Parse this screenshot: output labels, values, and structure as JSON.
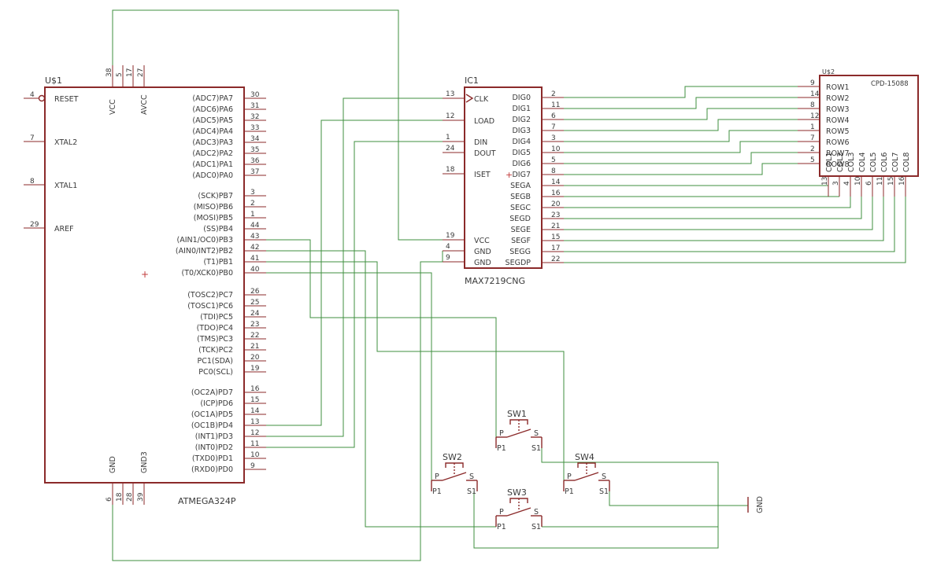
{
  "colors": {
    "part": "#8b2a2a",
    "wire": "#3f8f3f",
    "text": "#3a3a3a"
  },
  "parts": {
    "u1": {
      "name": "U$1",
      "value": "ATMEGA324P"
    },
    "ic1": {
      "name": "IC1",
      "value": "MAX7219CNG"
    },
    "u2": {
      "name": "U$2",
      "value": "CPD-15088"
    },
    "sw1": {
      "name": "SW1"
    },
    "sw2": {
      "name": "SW2"
    },
    "sw3": {
      "name": "SW3"
    },
    "sw4": {
      "name": "SW4"
    },
    "gnd": {
      "name": "GND"
    }
  },
  "switch_labels": {
    "p": "P",
    "s": "S",
    "p1": "P1",
    "s1": "S1"
  },
  "u1_left_pins": [
    {
      "num": "4",
      "name": "RESET"
    },
    {
      "num": "7",
      "name": "XTAL2"
    },
    {
      "num": "8",
      "name": "XTAL1"
    },
    {
      "num": "29",
      "name": "AREF"
    }
  ],
  "u1_top_pins": [
    {
      "num": "38",
      "name": "VCC"
    },
    {
      "num": "5",
      "name": ""
    },
    {
      "num": "17",
      "name": ""
    },
    {
      "num": "27",
      "name": "AVCC"
    }
  ],
  "u1_bottom_pins": [
    {
      "num": "6",
      "name": "GND"
    },
    {
      "num": "18",
      "name": ""
    },
    {
      "num": "28",
      "name": ""
    },
    {
      "num": "39",
      "name": "GND3"
    }
  ],
  "u1_right_pins": [
    {
      "num": "30",
      "name": "(ADC7)PA7"
    },
    {
      "num": "31",
      "name": "(ADC6)PA6"
    },
    {
      "num": "32",
      "name": "(ADC5)PA5"
    },
    {
      "num": "33",
      "name": "(ADC4)PA4"
    },
    {
      "num": "34",
      "name": "(ADC3)PA3"
    },
    {
      "num": "35",
      "name": "(ADC2)PA2"
    },
    {
      "num": "36",
      "name": "(ADC1)PA1"
    },
    {
      "num": "37",
      "name": "(ADC0)PA0"
    },
    {
      "num": "3",
      "name": "(SCK)PB7"
    },
    {
      "num": "2",
      "name": "(MISO)PB6"
    },
    {
      "num": "1",
      "name": "(MOSI)PB5"
    },
    {
      "num": "44",
      "name": "(SS)PB4"
    },
    {
      "num": "43",
      "name": "(AIN1/OC0)PB3"
    },
    {
      "num": "42",
      "name": "(AIN0/INT2)PB2"
    },
    {
      "num": "41",
      "name": "(T1)PB1"
    },
    {
      "num": "40",
      "name": "(T0/XCK0)PB0"
    },
    {
      "num": "26",
      "name": "(TOSC2)PC7"
    },
    {
      "num": "25",
      "name": "(TOSC1)PC6"
    },
    {
      "num": "24",
      "name": "(TDI)PC5"
    },
    {
      "num": "23",
      "name": "(TDO)PC4"
    },
    {
      "num": "22",
      "name": "(TMS)PC3"
    },
    {
      "num": "21",
      "name": "(TCK)PC2"
    },
    {
      "num": "20",
      "name": "PC1(SDA)"
    },
    {
      "num": "19",
      "name": "PC0(SCL)"
    },
    {
      "num": "16",
      "name": "(OC2A)PD7"
    },
    {
      "num": "15",
      "name": "(ICP)PD6"
    },
    {
      "num": "14",
      "name": "(OC1A)PD5"
    },
    {
      "num": "13",
      "name": "(OC1B)PD4"
    },
    {
      "num": "12",
      "name": "(INT1)PD3"
    },
    {
      "num": "11",
      "name": "(INT0)PD2"
    },
    {
      "num": "10",
      "name": "(TXD0)PD1"
    },
    {
      "num": "9",
      "name": "(RXD0)PD0"
    }
  ],
  "ic1_left_pins": [
    {
      "num": "13",
      "name": "CLK"
    },
    {
      "num": "12",
      "name": "LOAD"
    },
    {
      "num": "1",
      "name": "DIN"
    },
    {
      "num": "24",
      "name": "DOUT"
    },
    {
      "num": "18",
      "name": "ISET"
    },
    {
      "num": "19",
      "name": "VCC"
    },
    {
      "num": "4",
      "name": "GND"
    },
    {
      "num": "9",
      "name": "GND"
    }
  ],
  "ic1_right_pins": [
    {
      "num": "2",
      "name": "DIG0"
    },
    {
      "num": "11",
      "name": "DIG1"
    },
    {
      "num": "6",
      "name": "DIG2"
    },
    {
      "num": "7",
      "name": "DIG3"
    },
    {
      "num": "3",
      "name": "DIG4"
    },
    {
      "num": "10",
      "name": "DIG5"
    },
    {
      "num": "5",
      "name": "DIG6"
    },
    {
      "num": "8",
      "name": "DIG7"
    },
    {
      "num": "14",
      "name": "SEGA"
    },
    {
      "num": "16",
      "name": "SEGB"
    },
    {
      "num": "20",
      "name": "SEGC"
    },
    {
      "num": "23",
      "name": "SEGD"
    },
    {
      "num": "21",
      "name": "SEGE"
    },
    {
      "num": "15",
      "name": "SEGF"
    },
    {
      "num": "17",
      "name": "SEGG"
    },
    {
      "num": "22",
      "name": "SEGDP"
    }
  ],
  "u2_rows": [
    {
      "num": "9",
      "name": "ROW1"
    },
    {
      "num": "14",
      "name": "ROW2"
    },
    {
      "num": "8",
      "name": "ROW3"
    },
    {
      "num": "12",
      "name": "ROW4"
    },
    {
      "num": "1",
      "name": "ROW5"
    },
    {
      "num": "7",
      "name": "ROW6"
    },
    {
      "num": "2",
      "name": "ROW7"
    },
    {
      "num": "5",
      "name": "ROW8"
    }
  ],
  "u2_cols": [
    {
      "num": "13",
      "name": "COL1"
    },
    {
      "num": "3",
      "name": "COL2"
    },
    {
      "num": "4",
      "name": "COL3"
    },
    {
      "num": "10",
      "name": "COL4"
    },
    {
      "num": "6",
      "name": "COL5"
    },
    {
      "num": "11",
      "name": "COL6"
    },
    {
      "num": "15",
      "name": "COL7"
    },
    {
      "num": "16",
      "name": "COL8"
    }
  ]
}
